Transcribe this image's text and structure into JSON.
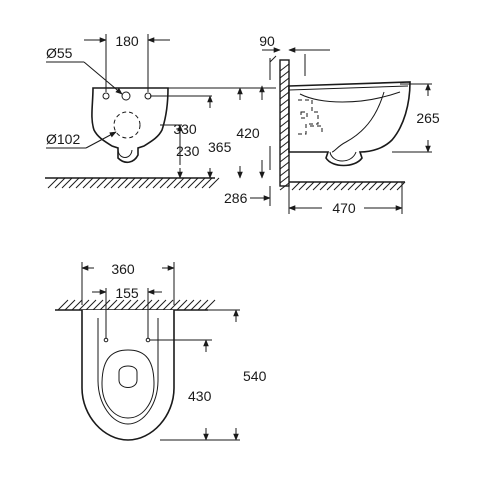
{
  "dimensions": {
    "front": {
      "hole_diameter": "Ø55",
      "hole_spacing": "180",
      "outlet_diameter": "Ø102",
      "fix_height": "330",
      "outlet_height": "230",
      "top_height": "365"
    },
    "side": {
      "wall_offset": "90",
      "total_height": "420",
      "bowl_depth": "265",
      "rim_to_wall": "286",
      "length": "470"
    },
    "top": {
      "width": "360",
      "bolt_spacing": "155",
      "outlet_to_wall": "430",
      "total_length": "540"
    }
  },
  "colors": {
    "line": "#1a1a1a",
    "background": "#ffffff"
  }
}
